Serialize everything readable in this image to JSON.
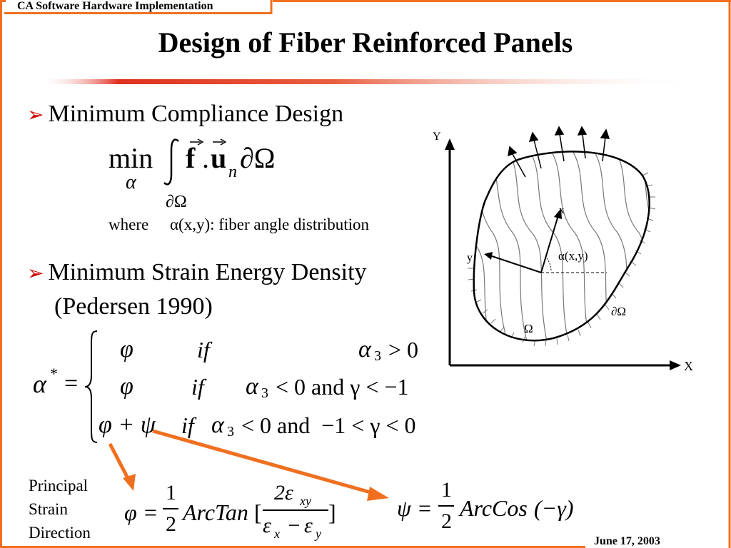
{
  "header": {
    "label": "CA Software Hardware Implementation"
  },
  "title": "Design of Fiber Reinforced Panels",
  "bullets": [
    {
      "text": "Minimum Compliance Design"
    },
    {
      "text": "Minimum Strain Energy Density",
      "text2": "(Pedersen 1990)"
    }
  ],
  "compliance": {
    "min": "min",
    "sub": "α",
    "integrand_f": "f",
    "dot": ".",
    "integrand_u": "u",
    "u_sub": "n",
    "domain": "∂Ω",
    "lower": "∂Ω",
    "where_label": "where",
    "where_text": "α(x,y): fiber angle distribution"
  },
  "piecewise": {
    "lhs": "α",
    "lhs_sup": "*",
    "equals": "=",
    "rows": [
      {
        "value": "φ",
        "if": "if",
        "cond": "α",
        "cond_sub": "3",
        "cond_rest": " > 0"
      },
      {
        "value": "φ",
        "if": "if",
        "cond": "α",
        "cond_sub": "3",
        "cond_rest": " < 0 and γ < −1"
      },
      {
        "value": "φ + ψ",
        "if": "if",
        "cond": "α",
        "cond_sub": "3",
        "cond_rest": " < 0 and  −1 < γ < 0"
      }
    ]
  },
  "principal_label": [
    "Principal",
    "Strain",
    "Direction"
  ],
  "phi_formula": {
    "lhs": "φ =",
    "frac_num": "1",
    "frac_den": "2",
    "func": "ArcTan",
    "open": "[",
    "close": "]",
    "num": "2ε",
    "num_sub": "xy",
    "den_a": "ε",
    "den_a_sub": "x",
    "den_op": " − ",
    "den_b": "ε",
    "den_b_sub": "y"
  },
  "psi_formula": {
    "lhs": "ψ =",
    "frac_num": "1",
    "frac_den": "2",
    "func": "ArcCos",
    "arg": "(−γ)"
  },
  "diagram": {
    "axis_x": "X",
    "axis_y": "Y",
    "local_x": "x",
    "local_y": "y",
    "alpha_label": "α(x,y)",
    "omega": "Ω",
    "boundary": "∂Ω"
  },
  "footer": {
    "date": "June 17, 2003"
  },
  "colors": {
    "frame": "#f07020",
    "bullet": "#cc0000",
    "arrow": "#f07020"
  }
}
